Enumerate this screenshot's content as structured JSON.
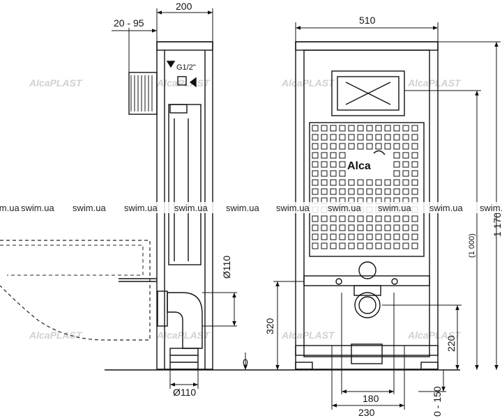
{
  "dimensions": {
    "side_width": "200",
    "wall_offset": "20 - 95",
    "inlet_thread": "G1/2\"",
    "outlet_diameter": "Ø110",
    "pipe_diameter_bottom": "Ø110",
    "outlet_height": "320",
    "floor_level": "0",
    "front_width": "510",
    "total_height": "1 170",
    "panel_height": "(1 000)",
    "seat_height": "220",
    "leg_range": "0 - 150",
    "inner_width": "180",
    "outer_width": "230"
  },
  "watermarks": {
    "site": "swim.ua",
    "brand": "AlcaPLAST"
  },
  "logo": {
    "brand": "Alca"
  },
  "colors": {
    "line": "#111111",
    "dashed": "#222222",
    "watermark": "#d0d0d0"
  }
}
